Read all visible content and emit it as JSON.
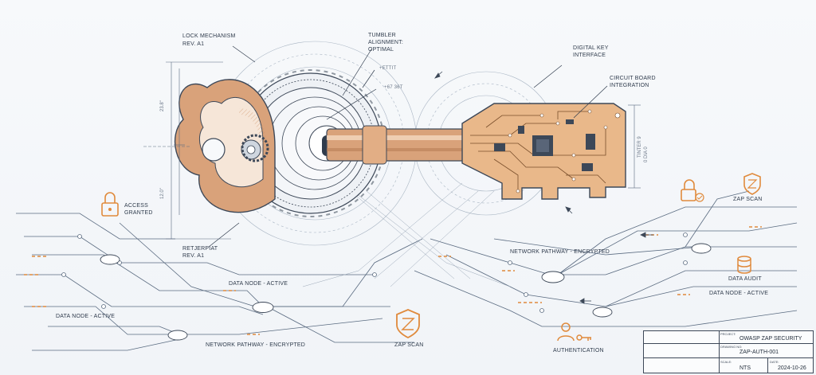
{
  "colors": {
    "line": "#5a6b80",
    "accent": "#e08a3c",
    "ink": "#2f3b4c",
    "board": "#e9b88a",
    "key": "#d9a27a"
  },
  "labels": {
    "lock_mechanism": "LOCK MECHANISM",
    "lock_rev": "REV. A1",
    "tumbler_1": "TUMBLER",
    "tumbler_2": "ALIGNMENT:",
    "tumbler_3": "OPTIMAL",
    "digital_key_1": "DIGITAL KEY",
    "digital_key_2": "INTERFACE",
    "circuit_1": "CIRCUIT BOARD",
    "circuit_2": "INTEGRATION",
    "access_1": "ACCESS",
    "access_2": "GRANTED",
    "retjerpiat": "RETJERPIAT",
    "retj_rev": "REV. A1",
    "zap_scan_right": "ZAP SCAN",
    "network_pathway_top": "NETWORK PATHWAY - ENCRYPTED",
    "data_audit": "DATA AUDIT",
    "data_node_active_right": "DATA NODE - ACTIVE",
    "data_node_active_center": "DATA NODE - ACTIVE",
    "data_node_active_left": "DATA NODE - ACTIVE",
    "network_pathway_bottom": "NETWORK PATHWAY - ENCRYPTED",
    "zap_scan_center": "ZAP SCAN",
    "authentication": "AUTHENTICATION",
    "tick_plus": "+67 36T",
    "tick_top": "+ETTIT"
  },
  "dimensions": {
    "left_upper": "23.8\"",
    "left_lower": "12.0\"",
    "right_1": "TINTER 9",
    "right_2": "0 DIA 0"
  },
  "title_block": {
    "project_caption": "PROJECT:",
    "project_value": "OWASP ZAP SECURITY",
    "drawing_caption": "DRAWING NO:",
    "drawing_value": "ZAP-AUTH-001",
    "scale_caption": "SCALE:",
    "scale_value": "NTS",
    "date_caption": "DATE:",
    "date_value": "2024-10-26"
  },
  "icons": [
    "padlock-check-icon",
    "shield-z-icon",
    "database-icon",
    "user-key-icon",
    "router-icon"
  ]
}
